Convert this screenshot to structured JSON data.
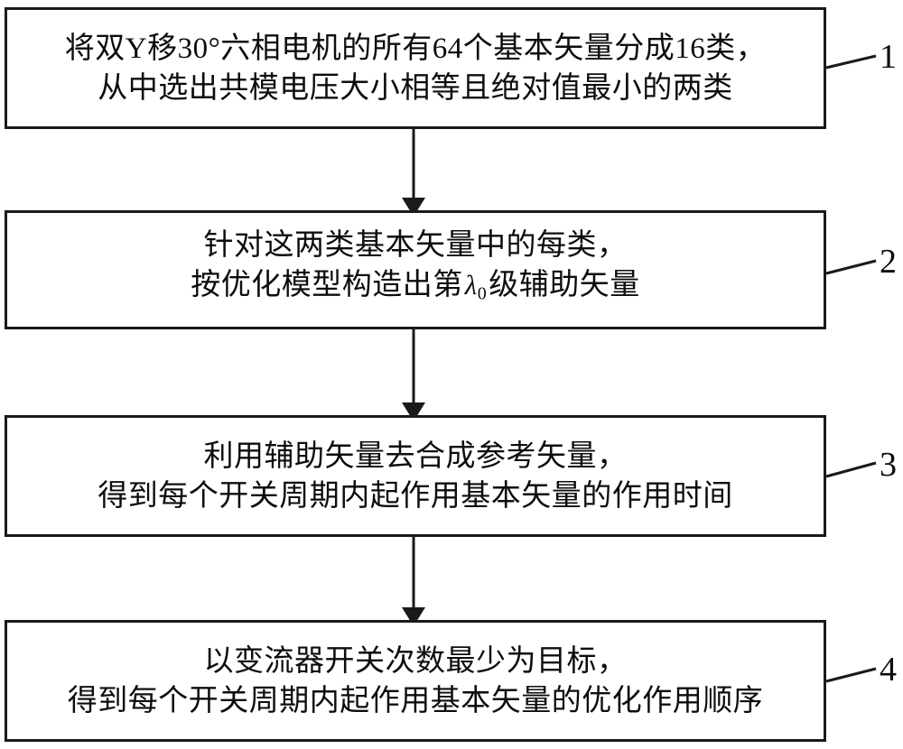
{
  "diagram": {
    "type": "flowchart",
    "orientation": "vertical",
    "background_color": "#ffffff",
    "line_color": "#1a1a1a",
    "text_color": "#0d0d0d",
    "steps": [
      {
        "number": "1",
        "lines": [
          "将双Y移30°六相电机的所有64个基本矢量分成16类，",
          "从中选出共模电压大小相等且绝对值最小的两类"
        ]
      },
      {
        "number": "2",
        "lines": [
          "针对这两类基本矢量中的每类，",
          "按优化模型构造出第"
        ],
        "inline_math": {
          "symbol": "λ",
          "subscript": "0"
        },
        "line2_suffix": "级辅助矢量"
      },
      {
        "number": "3",
        "lines": [
          "利用辅助矢量去合成参考矢量，",
          "得到每个开关周期内起作用基本矢量的作用时间"
        ]
      },
      {
        "number": "4",
        "lines": [
          "以变流器开关次数最少为目标，",
          "得到每个开关周期内起作用基本矢量的优化作用顺序"
        ]
      }
    ],
    "connectors": [
      {
        "from": "1",
        "to": "2",
        "style": "arrow-down"
      },
      {
        "from": "2",
        "to": "3",
        "style": "arrow-down"
      },
      {
        "from": "3",
        "to": "4",
        "style": "arrow-down"
      }
    ]
  }
}
